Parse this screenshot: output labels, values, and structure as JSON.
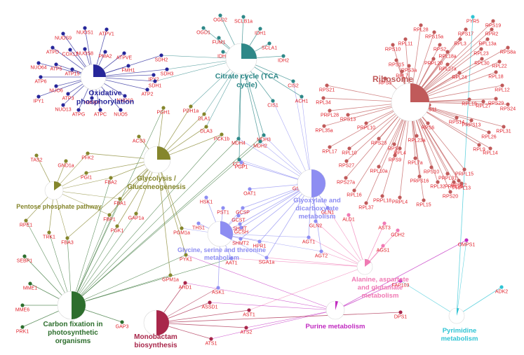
{
  "categories": [
    {
      "id": "oxphos",
      "label": [
        "Oxidative",
        "phosphorylation"
      ],
      "color": "#26269a",
      "frac": 0.25
    },
    {
      "id": "tca",
      "label": [
        "Citrate cycle (TCA",
        "cycle)"
      ],
      "color": "#2e8888",
      "frac": 0.25
    },
    {
      "id": "ribo",
      "label": [
        "Ribosome"
      ],
      "color": "#c05a5a",
      "frac": 0.25
    },
    {
      "id": "glyc",
      "label": [
        "Glycolysis /",
        "Gluconeogenesis"
      ],
      "color": "#85862c",
      "frac": 0.25
    },
    {
      "id": "ppp",
      "label": [
        "Pentose phosphate pathway"
      ],
      "color": "#85862c",
      "frac": 0.15
    },
    {
      "id": "glyox",
      "label": [
        "Glyoxylate and",
        "dicarboxylate",
        "metabolism"
      ],
      "color": "#8d8df2",
      "frac": 0.5
    },
    {
      "id": "gst",
      "label": [
        "Glycine, serine and threonine",
        "metabolism"
      ],
      "color": "#8d8df2",
      "frac": 0.33
    },
    {
      "id": "ala",
      "label": [
        "Alanine, aspartate",
        "and glutamate",
        "metabolism"
      ],
      "color": "#f07ab4",
      "frac": 0.15
    },
    {
      "id": "carb",
      "label": [
        "Carbon fixation in",
        "photosynthetic",
        "organisms"
      ],
      "color": "#2d6e2d",
      "frac": 0.5
    },
    {
      "id": "mono",
      "label": [
        "Monobactam",
        "biosynthesis"
      ],
      "color": "#a8264a",
      "frac": 0.5
    },
    {
      "id": "purine",
      "label": [
        "Purine metabolism"
      ],
      "color": "#c02ac0",
      "frac": 0.05
    },
    {
      "id": "pyr",
      "label": [
        "Pyrimidine",
        "metabolism"
      ],
      "color": "#30c4d4",
      "frac": 0.05
    }
  ],
  "genes": [
    {
      "label": "NUOS1",
      "links": [
        "oxphos"
      ]
    },
    {
      "label": "ATPV1",
      "links": [
        "oxphos"
      ]
    },
    {
      "label": "NUOS9",
      "links": [
        "oxphos"
      ]
    },
    {
      "label": "ATPD",
      "links": [
        "oxphos"
      ]
    },
    {
      "label": "COX12",
      "links": [
        "oxphos"
      ]
    },
    {
      "label": "NUOS8",
      "links": [
        "oxphos"
      ]
    },
    {
      "label": "PMA2",
      "links": [
        "oxphos"
      ]
    },
    {
      "label": "ATPVE",
      "links": [
        "oxphos"
      ]
    },
    {
      "label": "NUO64",
      "links": [
        "oxphos"
      ]
    },
    {
      "label": "ATP5",
      "links": [
        "oxphos"
      ]
    },
    {
      "label": "FMH1",
      "links": [
        "oxphos"
      ]
    },
    {
      "label": "ATP15",
      "links": [
        "oxphos"
      ]
    },
    {
      "label": "ATP6",
      "links": [
        "oxphos"
      ]
    },
    {
      "label": "NUO6",
      "links": [
        "oxphos"
      ]
    },
    {
      "label": "IPY1",
      "links": [
        "oxphos"
      ]
    },
    {
      "label": "ATP3",
      "links": [
        "oxphos"
      ]
    },
    {
      "label": "NUO14",
      "links": [
        "oxphos"
      ]
    },
    {
      "label": "NUO10",
      "links": [
        "oxphos"
      ]
    },
    {
      "label": "NUO13",
      "links": [
        "oxphos"
      ]
    },
    {
      "label": "ATPG",
      "links": [
        "oxphos"
      ]
    },
    {
      "label": "ATPC",
      "links": [
        "oxphos"
      ]
    },
    {
      "label": "NUO5",
      "links": [
        "oxphos"
      ]
    },
    {
      "label": "IPY2",
      "links": [
        "oxphos"
      ]
    },
    {
      "label": "ATP2",
      "links": [
        "oxphos"
      ]
    },
    {
      "label": "SDH2",
      "links": [
        "oxphos",
        "tca"
      ]
    },
    {
      "label": "SDH3",
      "links": [
        "oxphos",
        "tca"
      ]
    },
    {
      "label": "SDH1",
      "links": [
        "oxphos",
        "tca"
      ]
    },
    {
      "label": "OGD2",
      "links": [
        "tca"
      ]
    },
    {
      "label": "SCLB1a",
      "links": [
        "tca"
      ]
    },
    {
      "label": "OGD1",
      "links": [
        "tca"
      ]
    },
    {
      "label": "FUM1",
      "links": [
        "tca"
      ]
    },
    {
      "label": "IDH1",
      "links": [
        "tca"
      ]
    },
    {
      "label": "SCLA1",
      "links": [
        "tca"
      ]
    },
    {
      "label": "IDH3",
      "links": [
        "tca"
      ]
    },
    {
      "label": "IDH2",
      "links": [
        "tca"
      ]
    },
    {
      "label": "CIS2",
      "links": [
        "tca",
        "glyox"
      ]
    },
    {
      "label": "CIS1",
      "links": [
        "tca",
        "glyox"
      ]
    },
    {
      "label": "ACH1",
      "links": [
        "tca",
        "glyox"
      ]
    },
    {
      "label": "PGH1",
      "links": [
        "glyc",
        "carb"
      ]
    },
    {
      "label": "PDH1a",
      "links": [
        "glyc",
        "tca"
      ]
    },
    {
      "label": "DLA1",
      "links": [
        "glyc",
        "tca"
      ]
    },
    {
      "label": "DLA3",
      "links": [
        "glyc",
        "tca"
      ]
    },
    {
      "label": "PCK1b",
      "links": [
        "glyc",
        "carb"
      ]
    },
    {
      "label": "MDH4",
      "links": [
        "tca",
        "glyox",
        "carb"
      ]
    },
    {
      "label": "MDH3",
      "links": [
        "tca",
        "glyox",
        "carb"
      ]
    },
    {
      "label": "MDH2",
      "links": [
        "tca",
        "glyox",
        "carb"
      ]
    },
    {
      "label": "ACS3",
      "links": [
        "glyc"
      ]
    },
    {
      "label": "CCSL",
      "links": [
        "tca",
        "glyox"
      ]
    },
    {
      "label": "TAS2",
      "links": [
        "ppp"
      ]
    },
    {
      "label": "GND1a",
      "links": [
        "ppp"
      ]
    },
    {
      "label": "PFK2",
      "links": [
        "glyc",
        "ppp"
      ]
    },
    {
      "label": "PGI1",
      "links": [
        "glyc",
        "ppp"
      ]
    },
    {
      "label": "FBA2",
      "links": [
        "glyc",
        "ppp",
        "carb"
      ]
    },
    {
      "label": "FBA1",
      "links": [
        "glyc",
        "ppp",
        "carb"
      ]
    },
    {
      "label": "FBP1",
      "links": [
        "glyc",
        "ppp",
        "carb"
      ]
    },
    {
      "label": "PGK1",
      "links": [
        "glyc",
        "carb"
      ]
    },
    {
      "label": "GAP1a",
      "links": [
        "glyc",
        "carb"
      ]
    },
    {
      "label": "RPE1",
      "links": [
        "ppp",
        "carb"
      ]
    },
    {
      "label": "TRK1",
      "links": [
        "ppp",
        "carb"
      ]
    },
    {
      "label": "FBA3",
      "links": [
        "glyc",
        "ppp",
        "carb"
      ]
    },
    {
      "label": "SEBP1",
      "links": [
        "carb"
      ]
    },
    {
      "label": "MME1",
      "links": [
        "carb"
      ]
    },
    {
      "label": "MME6",
      "links": [
        "carb"
      ]
    },
    {
      "label": "PRK1",
      "links": [
        "carb"
      ]
    },
    {
      "label": "GAP3",
      "links": [
        "carb"
      ]
    },
    {
      "label": "GSF1",
      "links": [
        "glyox"
      ]
    },
    {
      "label": "OAT1",
      "links": [
        "glyox"
      ]
    },
    {
      "label": "PGP1",
      "links": [
        "glyox"
      ]
    },
    {
      "label": "PST1",
      "links": [
        "gst"
      ]
    },
    {
      "label": "GCSP",
      "links": [
        "glyox",
        "gst"
      ]
    },
    {
      "label": "GCST",
      "links": [
        "glyox",
        "gst"
      ]
    },
    {
      "label": "SHMT",
      "links": [
        "glyox",
        "gst"
      ]
    },
    {
      "label": "GCSH",
      "links": [
        "glyox",
        "gst"
      ]
    },
    {
      "label": "SHMT2",
      "links": [
        "glyox",
        "gst"
      ]
    },
    {
      "label": "HSK1",
      "links": [
        "gst"
      ]
    },
    {
      "label": "THS1",
      "links": [
        "gst"
      ]
    },
    {
      "label": "PGM1a",
      "links": [
        "glyc",
        "gst"
      ]
    },
    {
      "label": "HPR1",
      "links": [
        "glyox",
        "gst"
      ]
    },
    {
      "label": "GLN1",
      "links": [
        "glyox",
        "ala"
      ]
    },
    {
      "label": "GLN2",
      "links": [
        "glyox",
        "ala"
      ]
    },
    {
      "label": "AGT1",
      "links": [
        "glyox",
        "gst",
        "ala"
      ]
    },
    {
      "label": "AGT2",
      "links": [
        "glyox",
        "gst",
        "ala"
      ]
    },
    {
      "label": "SGA1a",
      "links": [
        "glyox",
        "gst",
        "ala"
      ]
    },
    {
      "label": "ALD1",
      "links": [
        "ala"
      ]
    },
    {
      "label": "AST3",
      "links": [
        "ala"
      ]
    },
    {
      "label": "GDH2",
      "links": [
        "ala"
      ]
    },
    {
      "label": "AGS1",
      "links": [
        "ala"
      ]
    },
    {
      "label": "PYK1",
      "links": [
        "glyc",
        "carb",
        "purine"
      ]
    },
    {
      "label": "GPM1a",
      "links": [
        "glyc",
        "carb"
      ]
    },
    {
      "label": "AAT1",
      "links": [
        "gst",
        "carb",
        "ala"
      ]
    },
    {
      "label": "AHD1",
      "links": [
        "mono",
        "purine"
      ]
    },
    {
      "label": "ASK1",
      "links": [
        "gst",
        "mono"
      ]
    },
    {
      "label": "ASSD1",
      "links": [
        "mono",
        "purine"
      ]
    },
    {
      "label": "AST1",
      "links": [
        "mono",
        "ala"
      ]
    },
    {
      "label": "ATS2",
      "links": [
        "mono",
        "purine"
      ]
    },
    {
      "label": "ATS1",
      "links": [
        "mono",
        "purine"
      ]
    },
    {
      "label": "DPS1",
      "links": [
        "mono"
      ]
    },
    {
      "label": "FAP103",
      "links": [
        "purine",
        "pyr"
      ]
    },
    {
      "label": "OMPS1",
      "links": [
        "purine",
        "pyr"
      ]
    },
    {
      "label": "ADK2",
      "links": [
        "pyr"
      ]
    },
    {
      "label": "PYR5",
      "links": [
        "pyr"
      ]
    },
    {
      "label": "RPS19",
      "links": [
        "ribo"
      ]
    },
    {
      "label": "RPL28",
      "links": [
        "ribo"
      ]
    },
    {
      "label": "RPR2",
      "links": [
        "ribo"
      ]
    },
    {
      "label": "RPS15a",
      "links": [
        "ribo"
      ]
    },
    {
      "label": "RPS17",
      "links": [
        "ribo"
      ]
    },
    {
      "label": "RPL11",
      "links": [
        "ribo"
      ]
    },
    {
      "label": "RPL3",
      "links": [
        "ribo"
      ]
    },
    {
      "label": "RPL13a",
      "links": [
        "ribo"
      ]
    },
    {
      "label": "RPS8a",
      "links": [
        "ribo"
      ]
    },
    {
      "label": "RPS10",
      "links": [
        "ribo"
      ]
    },
    {
      "label": "RPS2",
      "links": [
        "ribo"
      ]
    },
    {
      "label": "RPL23",
      "links": [
        "ribo"
      ]
    },
    {
      "label": "RPL18a",
      "links": [
        "ribo"
      ]
    },
    {
      "label": "RPL30",
      "links": [
        "ribo"
      ]
    },
    {
      "label": "RPS15",
      "links": [
        "ribo"
      ]
    },
    {
      "label": "PRPL20",
      "links": [
        "ribo"
      ]
    },
    {
      "label": "RPL22",
      "links": [
        "ribo"
      ]
    },
    {
      "label": "RPS3a",
      "links": [
        "ribo"
      ]
    },
    {
      "label": "RPL27a",
      "links": [
        "ribo"
      ]
    },
    {
      "label": "RPL24",
      "links": [
        "ribo"
      ]
    },
    {
      "label": "RPL18",
      "links": [
        "ribo"
      ]
    },
    {
      "label": "RPL7",
      "links": [
        "ribo"
      ]
    },
    {
      "label": "RPS3",
      "links": [
        "ribo"
      ]
    },
    {
      "label": "RPS21",
      "links": [
        "ribo"
      ]
    },
    {
      "label": "RPL12",
      "links": [
        "ribo"
      ]
    },
    {
      "label": "RPL34",
      "links": [
        "ribo"
      ]
    },
    {
      "label": "RPS11",
      "links": [
        "ribo"
      ]
    },
    {
      "label": "RPL19",
      "links": [
        "ribo"
      ]
    },
    {
      "label": "RPL27",
      "links": [
        "ribo"
      ]
    },
    {
      "label": "RPS29",
      "links": [
        "ribo"
      ]
    },
    {
      "label": "RPS24",
      "links": [
        "ribo"
      ]
    },
    {
      "label": "PRPL28",
      "links": [
        "ribo"
      ]
    },
    {
      "label": "RPS13",
      "links": [
        "ribo"
      ]
    },
    {
      "label": "PRPL10",
      "links": [
        "ribo"
      ]
    },
    {
      "label": "RPL35a",
      "links": [
        "ribo"
      ]
    },
    {
      "label": "RPS14",
      "links": [
        "ribo"
      ]
    },
    {
      "label": "PRPS13",
      "links": [
        "ribo"
      ]
    },
    {
      "label": "RPS6",
      "links": [
        "ribo"
      ]
    },
    {
      "label": "RPL31",
      "links": [
        "ribo"
      ]
    },
    {
      "label": "RPL26",
      "links": [
        "ribo"
      ]
    },
    {
      "label": "RPL17",
      "links": [
        "ribo"
      ]
    },
    {
      "label": "RPL10",
      "links": [
        "ribo"
      ]
    },
    {
      "label": "RPS23",
      "links": [
        "ribo"
      ]
    },
    {
      "label": "RPL9",
      "links": [
        "ribo"
      ]
    },
    {
      "label": "RPS7",
      "links": [
        "ribo"
      ]
    },
    {
      "label": "RPL14",
      "links": [
        "ribo"
      ]
    },
    {
      "label": "RPL23a",
      "links": [
        "ribo"
      ]
    },
    {
      "label": "RPL4",
      "links": [
        "ribo"
      ]
    },
    {
      "label": "RPS9",
      "links": [
        "ribo"
      ]
    },
    {
      "label": "RPS27",
      "links": [
        "ribo"
      ]
    },
    {
      "label": "RPL10a",
      "links": [
        "ribo"
      ]
    },
    {
      "label": "RPL7a",
      "links": [
        "ribo"
      ]
    },
    {
      "label": "RPS10",
      "links": [
        "ribo"
      ]
    },
    {
      "label": "PRPL31",
      "links": [
        "ribo"
      ]
    },
    {
      "label": "RPS12",
      "links": [
        "ribo"
      ]
    },
    {
      "label": "RPS27a",
      "links": [
        "ribo"
      ]
    },
    {
      "label": "PRPS16",
      "links": [
        "ribo"
      ]
    },
    {
      "label": "RPL32",
      "links": [
        "ribo"
      ]
    },
    {
      "label": "PRPL13",
      "links": [
        "ribo"
      ]
    },
    {
      "label": "RPL16",
      "links": [
        "ribo"
      ]
    },
    {
      "label": "PRPL4",
      "links": [
        "ribo"
      ]
    },
    {
      "label": "RPS20",
      "links": [
        "ribo"
      ]
    },
    {
      "label": "PRPL24",
      "links": [
        "ribo"
      ]
    },
    {
      "label": "RPL15",
      "links": [
        "ribo"
      ]
    },
    {
      "label": "RPL37",
      "links": [
        "ribo"
      ]
    },
    {
      "label": "PRPL18",
      "links": [
        "ribo"
      ]
    },
    {
      "label": "PRPL15",
      "links": [
        "ribo"
      ]
    },
    {
      "label": "RPL6",
      "links": [
        "ribo"
      ]
    },
    {
      "label": "RPS26",
      "links": [
        "ribo"
      ]
    },
    {
      "label": "RPL21",
      "links": [
        "ribo"
      ]
    }
  ]
}
